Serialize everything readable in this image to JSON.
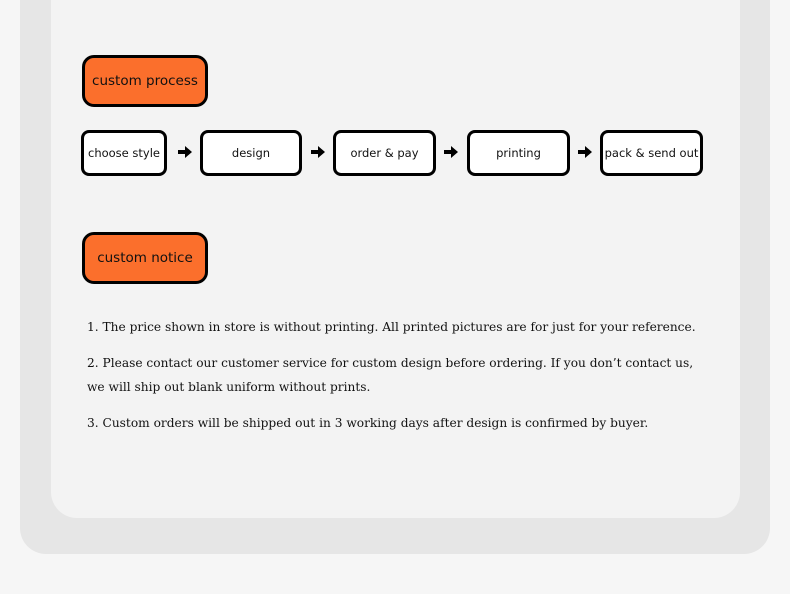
{
  "sections": {
    "process_title": "custom process",
    "notice_title": "custom notice"
  },
  "process_steps": [
    {
      "label": "choose style"
    },
    {
      "label": "design"
    },
    {
      "label": "order & pay"
    },
    {
      "label": "printing"
    },
    {
      "label": "pack & send out"
    }
  ],
  "icons": {
    "arrow": "arrow-right-icon"
  },
  "notices": [
    {
      "text": "1. The price shown in store is without printing. All printed pictures are for just  for your reference."
    },
    {
      "line1": "2. Please contact our customer service for custom design before ordering. If you don’t contact us,",
      "line2": "we will ship out blank uniform without prints."
    },
    {
      "text": "3. Custom orders will be shipped out in 3 working days after design is confirmed by buyer."
    }
  ],
  "colors": {
    "accent": "#fb6f2c",
    "panel": "#f3f3f3",
    "frame": "#e6e6e6",
    "border": "#000000"
  }
}
